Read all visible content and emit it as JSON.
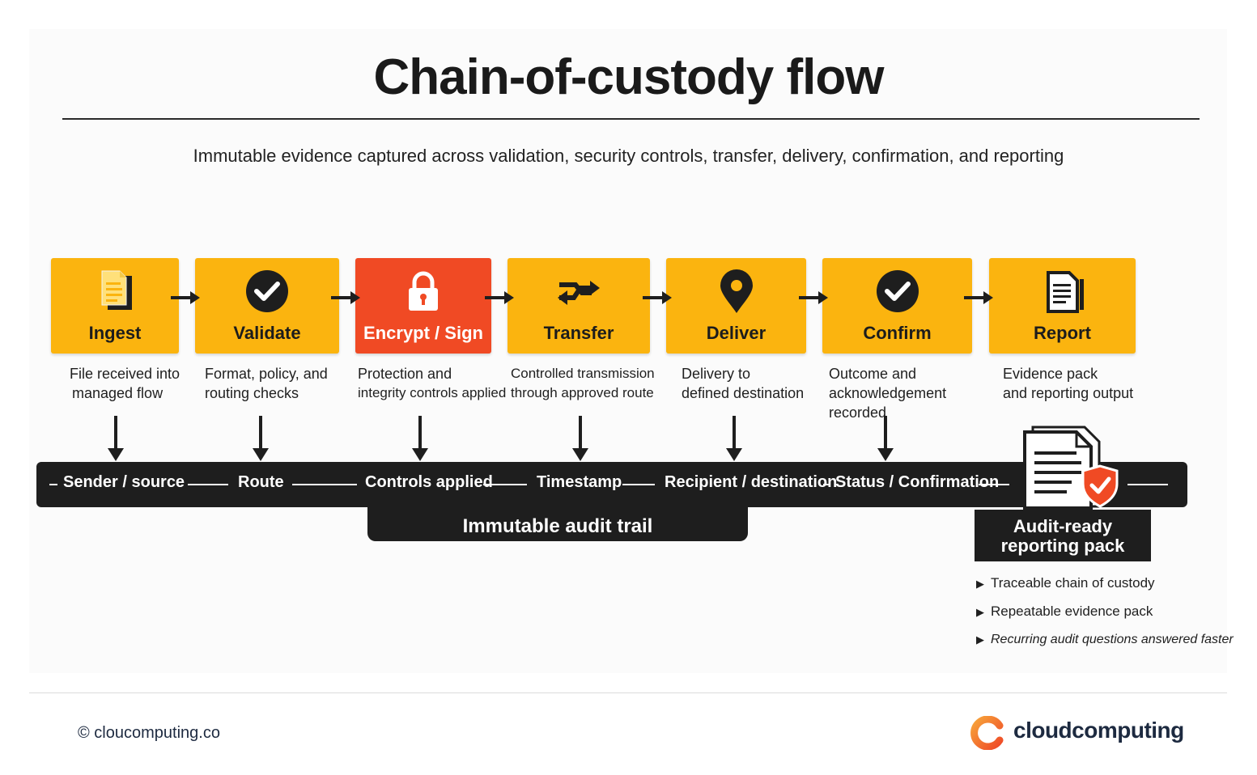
{
  "title": "Chain-of-custody flow",
  "subtitle": "Immutable evidence captured across validation, security controls, transfer, delivery, confirmation, and reporting",
  "colors": {
    "step": "#fbb40f",
    "highlight": "#f04a24",
    "dark": "#1e1e1e",
    "check": "#f04a24"
  },
  "steps": [
    {
      "label": "Ingest",
      "icon": "document-icon",
      "description": [
        "File received into",
        "managed flow"
      ]
    },
    {
      "label": "Validate",
      "icon": "check-circle-icon",
      "description": [
        "Format, policy, and",
        "routing checks"
      ]
    },
    {
      "label": "Encrypt / Sign",
      "icon": "padlock-icon",
      "description": [
        "Protection and",
        "integrity controls applied"
      ]
    },
    {
      "label": "Transfer",
      "icon": "swap-arrows-icon",
      "description": [
        "Controlled transmission",
        "through approved route"
      ]
    },
    {
      "label": "Deliver",
      "icon": "location-pin-icon",
      "description": [
        "Delivery to",
        "defined destination"
      ]
    },
    {
      "label": "Confirm",
      "icon": "check-circle-icon",
      "description": [
        "Outcome and",
        "acknowledgement",
        "recorded"
      ]
    },
    {
      "label": "Report",
      "icon": "report-document-icon",
      "description": [
        "Evidence pack",
        "and reporting output"
      ]
    }
  ],
  "trail": {
    "labels": [
      "Sender / source",
      "Route",
      "Controls applied",
      "Timestamp",
      "Recipient / destination",
      "Status / Confirmation"
    ],
    "title": "Immutable audit trail"
  },
  "pack": {
    "title_line1": "Audit-ready",
    "title_line2": "reporting pack",
    "bullets": [
      "Traceable chain of custody",
      "Repeatable evidence pack",
      "Recurring audit questions answered faster"
    ]
  },
  "footer": {
    "copyright": "© cloucomputing.co",
    "brand": "cloudcomputing"
  }
}
